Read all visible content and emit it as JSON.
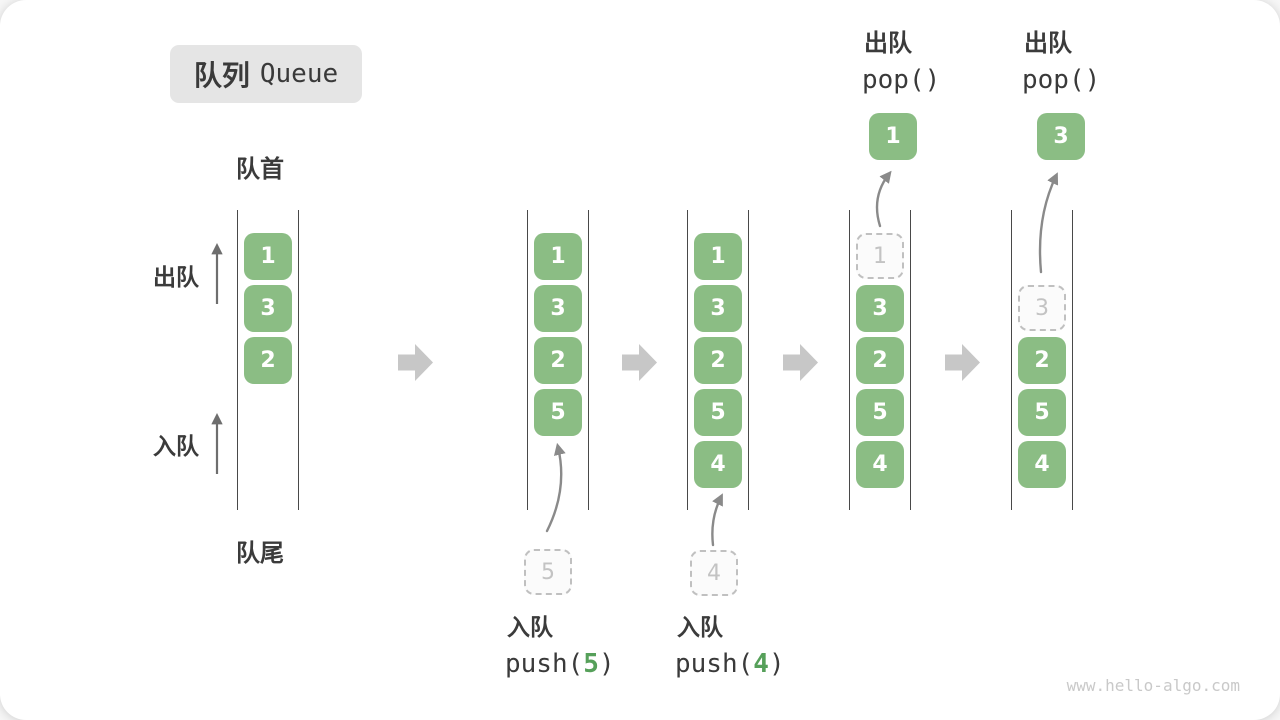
{
  "title": {
    "zh": "队列",
    "en": "Queue"
  },
  "labels": {
    "front": "队首",
    "rear": "队尾",
    "dequeue_side": "出队",
    "enqueue_side": "入队"
  },
  "columns": [
    {
      "green": [
        "1",
        "3",
        "2"
      ]
    },
    {
      "green": [
        "1",
        "3",
        "2",
        "5"
      ],
      "ghost": "5"
    },
    {
      "green": [
        "1",
        "3",
        "2",
        "5",
        "4"
      ],
      "ghost": "4"
    },
    {
      "green": [
        "3",
        "2",
        "5",
        "4"
      ],
      "ghost": "1",
      "popped": "1"
    },
    {
      "green": [
        "2",
        "5",
        "4"
      ],
      "ghost": "3",
      "popped": "3"
    }
  ],
  "operations": {
    "push5": {
      "label": "入队",
      "fn": "push(",
      "arg": "5",
      "close": ")"
    },
    "push4": {
      "label": "入队",
      "fn": "push(",
      "arg": "4",
      "close": ")"
    },
    "pop1": {
      "label": "出队",
      "code": "pop()"
    },
    "pop2": {
      "label": "出队",
      "code": "pop()"
    }
  },
  "watermark": "www.hello-algo.com",
  "colors": {
    "element_green": "#8bbd84",
    "code_arg_green": "#56a05a",
    "ghost_gray": "#c3c3c3",
    "step_arrow_gray": "#c7c7c7",
    "rail_dark": "#494949",
    "badge_bg": "#e5e5e5"
  }
}
